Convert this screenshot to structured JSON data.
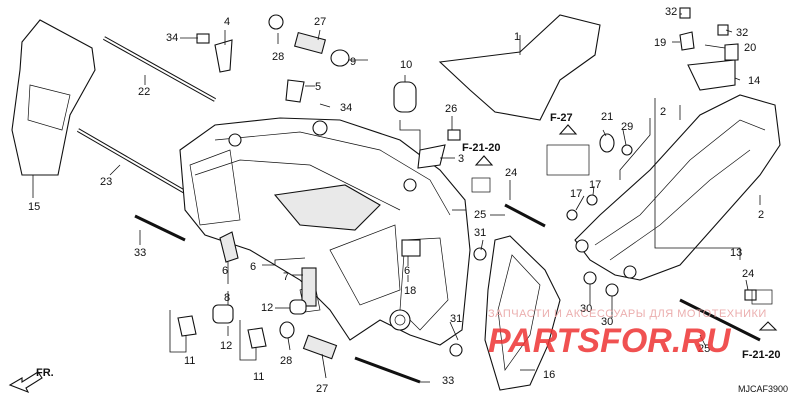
{
  "diagram": {
    "part_numbers": [
      "1",
      "2",
      "2",
      "3",
      "4",
      "5",
      "6",
      "6",
      "6",
      "7",
      "8",
      "9",
      "10",
      "11",
      "11",
      "12",
      "12",
      "13",
      "14",
      "15",
      "16",
      "17",
      "17",
      "18",
      "19",
      "20",
      "21",
      "22",
      "23",
      "24",
      "24",
      "25",
      "25",
      "26",
      "27",
      "27",
      "28",
      "28",
      "29",
      "30",
      "30",
      "31",
      "31",
      "32",
      "32",
      "33",
      "33",
      "34",
      "34"
    ],
    "references": [
      "F-21-20",
      "F-27",
      "F-21-20"
    ],
    "direction_label": "FR.",
    "diagram_code": "MJCAF3900"
  },
  "watermark": {
    "caption": "ЗАПЧАСТИ И АКСЕССУАРЫ ДЛЯ МОТОТЕХНИКИ",
    "logo_text": "PARTSFOR.RU"
  },
  "colors": {
    "line": "#111111",
    "watermark": "#e33333",
    "hatch": "#d8d8d8"
  }
}
